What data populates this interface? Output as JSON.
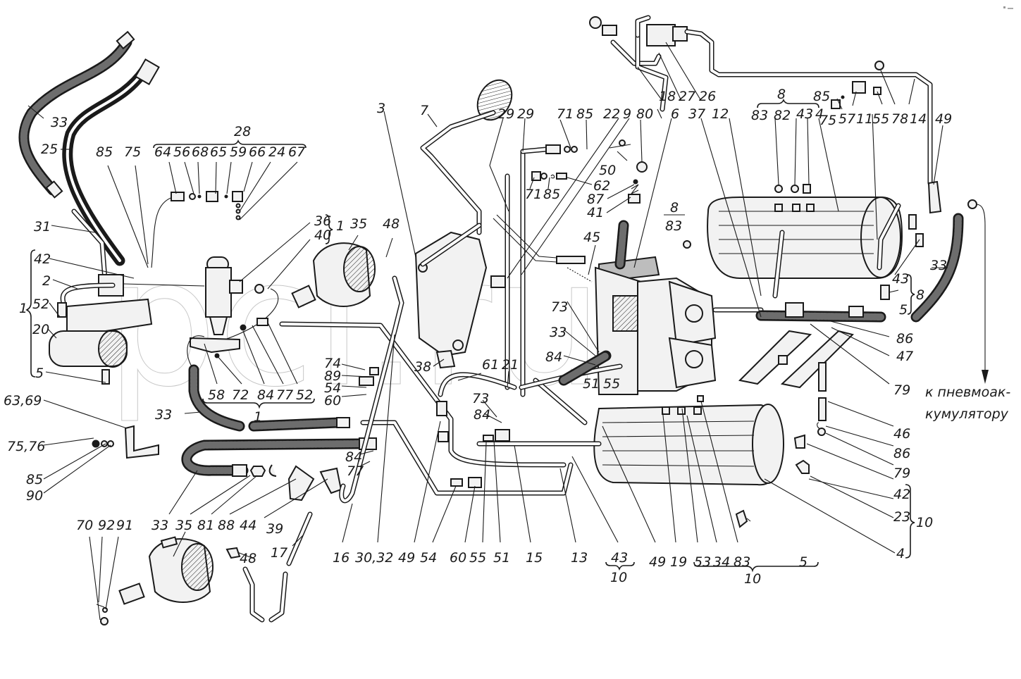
{
  "title": "Пневматический привод тормозов — каталог деталей",
  "watermark": "pcl.ru",
  "annotation": {
    "line1": "к пневмоак-",
    "line2": "кумулятору"
  },
  "labels": [
    {
      "id": "l33a",
      "text": "33"
    },
    {
      "id": "l25",
      "text": "25"
    },
    {
      "id": "l85a",
      "text": "85"
    },
    {
      "id": "l75a",
      "text": "75"
    },
    {
      "id": "l28",
      "text": "28"
    },
    {
      "id": "l64",
      "text": "64"
    },
    {
      "id": "l56",
      "text": "56"
    },
    {
      "id": "l68",
      "text": "68"
    },
    {
      "id": "l65",
      "text": "65"
    },
    {
      "id": "l59",
      "text": "59"
    },
    {
      "id": "l66",
      "text": "66"
    },
    {
      "id": "l24",
      "text": "24"
    },
    {
      "id": "l67",
      "text": "67"
    },
    {
      "id": "l31",
      "text": "31"
    },
    {
      "id": "l42a",
      "text": "42"
    },
    {
      "id": "l2",
      "text": "2"
    },
    {
      "id": "l1a",
      "text": "1"
    },
    {
      "id": "l52a",
      "text": "52"
    },
    {
      "id": "l20",
      "text": "20"
    },
    {
      "id": "l5a",
      "text": "5"
    },
    {
      "id": "l6369",
      "text": "63,69"
    },
    {
      "id": "l7576",
      "text": "75,76"
    },
    {
      "id": "l85b",
      "text": "85"
    },
    {
      "id": "l90",
      "text": "90"
    },
    {
      "id": "l36",
      "text": "36"
    },
    {
      "id": "l40",
      "text": "40"
    },
    {
      "id": "l1b",
      "text": "1"
    },
    {
      "id": "l35a",
      "text": "35"
    },
    {
      "id": "l48a",
      "text": "48"
    },
    {
      "id": "l58",
      "text": "58"
    },
    {
      "id": "l72",
      "text": "72"
    },
    {
      "id": "l84a",
      "text": "84"
    },
    {
      "id": "l77a",
      "text": "77"
    },
    {
      "id": "l52b",
      "text": "52"
    },
    {
      "id": "l1c",
      "text": "1"
    },
    {
      "id": "l33b",
      "text": "33"
    },
    {
      "id": "l74",
      "text": "74"
    },
    {
      "id": "l89",
      "text": "89"
    },
    {
      "id": "l54a",
      "text": "54"
    },
    {
      "id": "l60a",
      "text": "60"
    },
    {
      "id": "l84b",
      "text": "84"
    },
    {
      "id": "l77b",
      "text": "77"
    },
    {
      "id": "l33c",
      "text": "33"
    },
    {
      "id": "l35b",
      "text": "35"
    },
    {
      "id": "l81",
      "text": "81"
    },
    {
      "id": "l88",
      "text": "88"
    },
    {
      "id": "l44",
      "text": "44"
    },
    {
      "id": "l39",
      "text": "39"
    },
    {
      "id": "l70",
      "text": "70"
    },
    {
      "id": "l92",
      "text": "92"
    },
    {
      "id": "l91",
      "text": "91"
    },
    {
      "id": "l48b",
      "text": "48"
    },
    {
      "id": "l17",
      "text": "17"
    },
    {
      "id": "l16",
      "text": "16"
    },
    {
      "id": "l3032",
      "text": "30,32"
    },
    {
      "id": "l49a",
      "text": "49"
    },
    {
      "id": "l54b",
      "text": "54"
    },
    {
      "id": "l60b",
      "text": "60"
    },
    {
      "id": "l55a",
      "text": "55"
    },
    {
      "id": "l51a",
      "text": "51"
    },
    {
      "id": "l15",
      "text": "15"
    },
    {
      "id": "l13",
      "text": "13"
    },
    {
      "id": "l43a",
      "text": "43"
    },
    {
      "id": "l10a",
      "text": "10"
    },
    {
      "id": "l3",
      "text": "3"
    },
    {
      "id": "l7",
      "text": "7"
    },
    {
      "id": "l29a",
      "text": "29"
    },
    {
      "id": "l29b",
      "text": "29"
    },
    {
      "id": "l71a",
      "text": "71"
    },
    {
      "id": "l85c",
      "text": "85"
    },
    {
      "id": "l22",
      "text": "22"
    },
    {
      "id": "l9",
      "text": "9"
    },
    {
      "id": "l80",
      "text": "80"
    },
    {
      "id": "l6",
      "text": "6"
    },
    {
      "id": "l50",
      "text": "50"
    },
    {
      "id": "l71b",
      "text": "71"
    },
    {
      "id": "l85d",
      "text": "85"
    },
    {
      "id": "l62",
      "text": "62"
    },
    {
      "id": "l87",
      "text": "87"
    },
    {
      "id": "l41",
      "text": "41"
    },
    {
      "id": "l45",
      "text": "45"
    },
    {
      "id": "l38",
      "text": "38"
    },
    {
      "id": "l61",
      "text": "61"
    },
    {
      "id": "l21",
      "text": "21"
    },
    {
      "id": "l73a",
      "text": "73"
    },
    {
      "id": "l84c",
      "text": "84"
    },
    {
      "id": "l73b",
      "text": "73"
    },
    {
      "id": "l33d",
      "text": "33"
    },
    {
      "id": "l84d",
      "text": "84"
    },
    {
      "id": "l51b",
      "text": "51"
    },
    {
      "id": "l55b",
      "text": "55"
    },
    {
      "id": "l18",
      "text": "18"
    },
    {
      "id": "l27",
      "text": "27"
    },
    {
      "id": "l26",
      "text": "26"
    },
    {
      "id": "l37",
      "text": "37"
    },
    {
      "id": "l12",
      "text": "12"
    },
    {
      "id": "l8a",
      "text": "8"
    },
    {
      "id": "l83a",
      "text": "83"
    },
    {
      "id": "l82",
      "text": "82"
    },
    {
      "id": "l43b",
      "text": "43"
    },
    {
      "id": "l4a",
      "text": "4"
    },
    {
      "id": "l85e",
      "text": "85"
    },
    {
      "id": "l75b",
      "text": "75"
    },
    {
      "id": "l57",
      "text": "57"
    },
    {
      "id": "l11",
      "text": "11"
    },
    {
      "id": "l55c",
      "text": "55"
    },
    {
      "id": "l78",
      "text": "78"
    },
    {
      "id": "l14",
      "text": "14"
    },
    {
      "id": "l49b",
      "text": "49"
    },
    {
      "id": "l8b",
      "text": "8"
    },
    {
      "id": "l83b",
      "text": "83"
    },
    {
      "id": "l33e",
      "text": "33"
    },
    {
      "id": "l43c",
      "text": "43"
    },
    {
      "id": "l8c",
      "text": "8"
    },
    {
      "id": "l5b",
      "text": "5"
    },
    {
      "id": "l86a",
      "text": "86"
    },
    {
      "id": "l47",
      "text": "47"
    },
    {
      "id": "l79a",
      "text": "79"
    },
    {
      "id": "l46",
      "text": "46"
    },
    {
      "id": "l86b",
      "text": "86"
    },
    {
      "id": "l79b",
      "text": "79"
    },
    {
      "id": "l42b",
      "text": "42"
    },
    {
      "id": "l23",
      "text": "23"
    },
    {
      "id": "l10b",
      "text": "10"
    },
    {
      "id": "l4b",
      "text": "4"
    },
    {
      "id": "l49c",
      "text": "49"
    },
    {
      "id": "l19",
      "text": "19"
    },
    {
      "id": "l53",
      "text": "53"
    },
    {
      "id": "l34",
      "text": "34"
    },
    {
      "id": "l83c",
      "text": "83"
    },
    {
      "id": "l5c",
      "text": "5"
    },
    {
      "id": "l10c",
      "text": "10"
    }
  ],
  "groups": [
    {
      "name": "group-28",
      "label": "28",
      "members": [
        "64",
        "56",
        "68",
        "65",
        "59",
        "66",
        "24",
        "67"
      ]
    },
    {
      "name": "group-1-left",
      "label": "1",
      "members": [
        "42",
        "2",
        "52",
        "20",
        "5"
      ]
    },
    {
      "name": "group-1-clamp",
      "label": "1",
      "members": [
        "58",
        "72",
        "84",
        "77",
        "52"
      ]
    },
    {
      "name": "group-1-valve",
      "label": "1",
      "members": [
        "36",
        "40"
      ]
    },
    {
      "name": "group-8-top",
      "label": "8",
      "members": [
        "83",
        "82",
        "43",
        "4"
      ]
    },
    {
      "name": "group-8-right",
      "label": "8",
      "members": [
        "43",
        "5"
      ]
    },
    {
      "name": "group-10-right",
      "label": "10",
      "members": [
        "42",
        "23",
        "4"
      ]
    },
    {
      "name": "group-10-bottom",
      "label": "10",
      "members": [
        "53",
        "34",
        "83",
        "5"
      ]
    },
    {
      "name": "group-10-43",
      "label": "10",
      "members": [
        "43"
      ]
    }
  ]
}
